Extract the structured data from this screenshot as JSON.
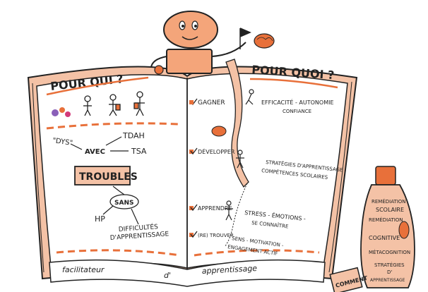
{
  "colors": {
    "ink": "#222222",
    "orange": "#e8703a",
    "peach": "#f4c2a6",
    "paper": "#ffffff"
  },
  "left_page": {
    "title": "POUR QUI ?",
    "labels": {
      "dys": "\"DYS\"",
      "tdah": "TDAH",
      "avec": "AVEC",
      "tsa": "TSA",
      "troubles": "TROUBLES",
      "sans": "SANS",
      "hp": "HP",
      "difficultes": "DIFFICULTÉS",
      "apprentissage": "D'APPRENTISSAGE"
    }
  },
  "right_page": {
    "title": "POUR QUOI ?",
    "items": [
      {
        "verb": "GAGNER",
        "line1": "EFFICACITÉ - AUTONOMIE",
        "line2": "CONFIANCE"
      },
      {
        "verb": "DÉVELOPPER",
        "line1": "STRATÉGIES D'APPRENTISSAGE -",
        "line2": "COMPÉTENCES SCOLAIRES"
      },
      {
        "verb": "APPRENDRE",
        "line1": "STRESS - ÉMOTIONS -",
        "line2": "SE CONNAÎTRE"
      },
      {
        "verb": "(RE) TROUVER",
        "line1": "SENS - MOTIVATION -",
        "line2": "ENGAGEMENT ACTIF"
      }
    ]
  },
  "bottom_banner": {
    "word1": "facilitateur",
    "word2": "d'",
    "word3": "apprentissage"
  },
  "bottle": {
    "labels": [
      "REMÉDIATION",
      "SCOLAIRE",
      "REMÉDIATION",
      "COGNITIVE",
      "MÉTACOGNITION",
      "STRATÉGIES",
      "D'",
      "APPRENTISSAGE"
    ]
  },
  "corner_note": "COMMENT"
}
